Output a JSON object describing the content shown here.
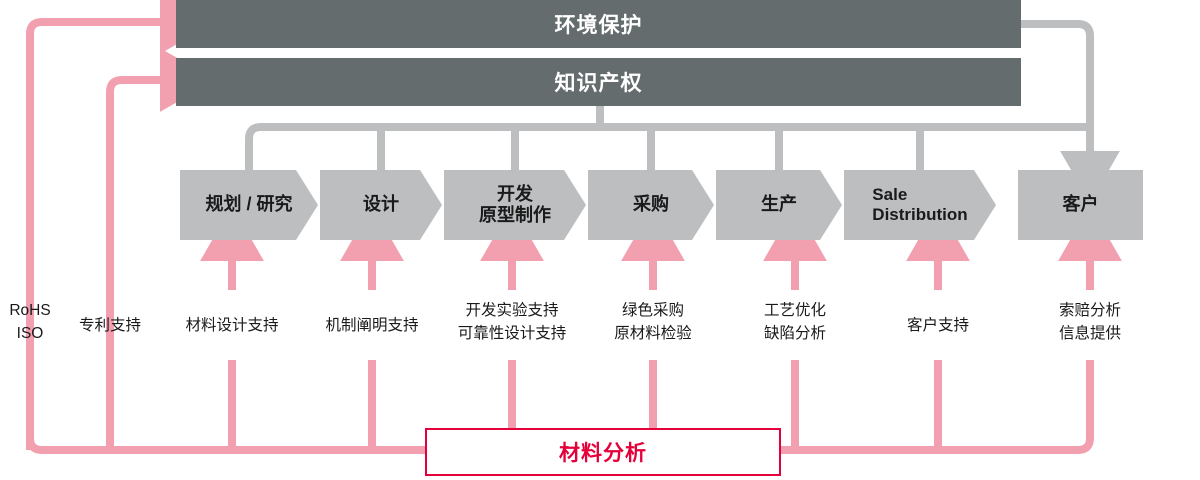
{
  "diagram": {
    "title": "材料分析 value-chain support diagram",
    "colors": {
      "dark_bar": "#646C6E",
      "chevron": "#BCBEC0",
      "pink": "#F2A0B0",
      "red": "#E4003A",
      "gray_line": "#BCBEC0",
      "text_dark": "#1a1a1a",
      "text_light": "#ffffff"
    },
    "top_bars": [
      {
        "id": "environment",
        "label": "环境保护"
      },
      {
        "id": "intellectual-property",
        "label": "知识产权"
      }
    ],
    "process_steps": [
      {
        "id": "planning-research",
        "label": "规划 / 研究",
        "lines": [
          "规划 / 研究"
        ],
        "shape": "chevron"
      },
      {
        "id": "design",
        "label": "设计",
        "lines": [
          "设计"
        ],
        "shape": "chevron"
      },
      {
        "id": "development",
        "label": "开发 原型制作",
        "lines": [
          "开发",
          "原型制作"
        ],
        "shape": "chevron"
      },
      {
        "id": "procurement",
        "label": "采购",
        "lines": [
          "采购"
        ],
        "shape": "chevron"
      },
      {
        "id": "production",
        "label": "生产",
        "lines": [
          "生产"
        ],
        "shape": "chevron"
      },
      {
        "id": "sale-distribution",
        "label": "Sale Distribution",
        "lines": [
          "Sale",
          "Distribution"
        ],
        "shape": "chevron"
      },
      {
        "id": "customer",
        "label": "客户",
        "lines": [
          "客户"
        ],
        "shape": "rectangle"
      }
    ],
    "support_items": [
      {
        "id": "rohs-iso",
        "lines": [
          "RoHS",
          "ISO"
        ]
      },
      {
        "id": "patent-support",
        "lines": [
          "专利支持"
        ]
      },
      {
        "id": "material-design",
        "lines": [
          "材料设计支持"
        ]
      },
      {
        "id": "mechanism-analysis",
        "lines": [
          "机制阐明支持"
        ]
      },
      {
        "id": "development-testing",
        "lines": [
          "开发实验支持",
          "可靠性设计支持"
        ]
      },
      {
        "id": "green-procurement",
        "lines": [
          "绿色采购",
          "原材料检验"
        ]
      },
      {
        "id": "process-optimization",
        "lines": [
          "工艺优化",
          "缺陷分析"
        ]
      },
      {
        "id": "customer-support",
        "lines": [
          "客户支持"
        ]
      },
      {
        "id": "claim-analysis",
        "lines": [
          "索赔分析",
          "信息提供"
        ]
      }
    ],
    "footer_box": {
      "id": "material-analysis",
      "label": "材料分析"
    }
  }
}
